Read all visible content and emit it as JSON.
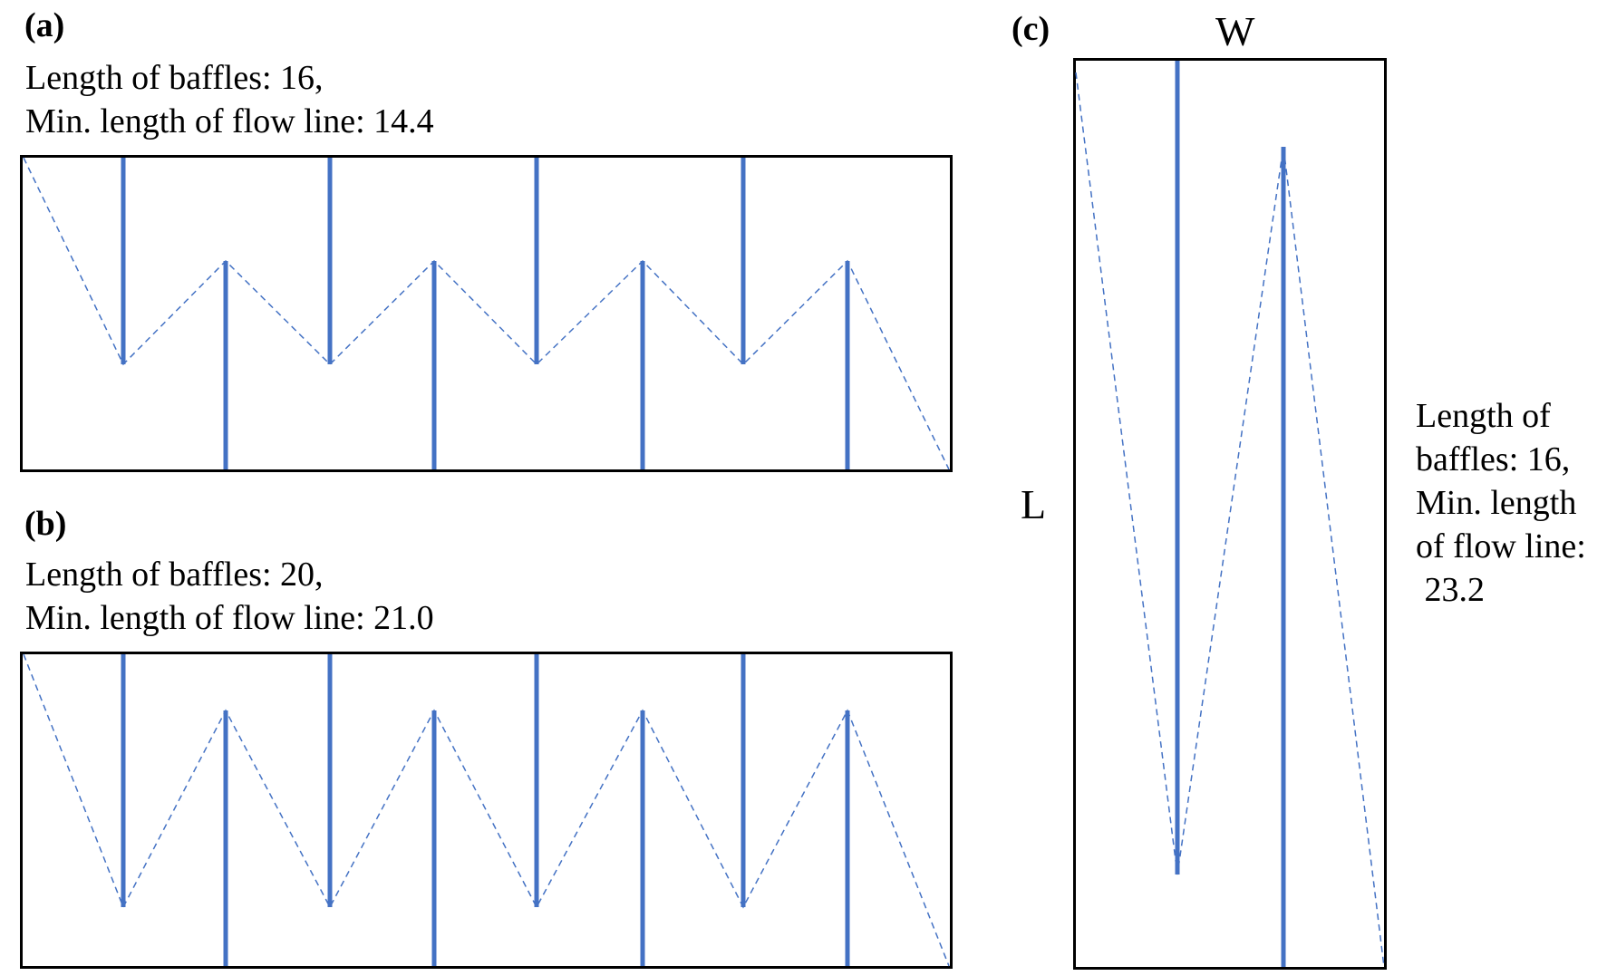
{
  "panels": [
    {
      "label": "(a)",
      "caption": [
        "Length of baffles: 16,",
        "Min. length of flow line: 14.4"
      ]
    },
    {
      "label": "(b)",
      "caption": [
        "Length of baffles: 20,",
        "Min. length of flow line: 21.0"
      ]
    },
    {
      "label": "(c)",
      "caption": [
        "Length of",
        "baffles: 16,",
        "Min. length",
        "of flow line:",
        " 23.2"
      ],
      "width_label": "W",
      "length_label": "L"
    }
  ],
  "colors": {
    "baffle": "#4472C4",
    "flow_line": "#4472C4",
    "border": "#000000"
  }
}
